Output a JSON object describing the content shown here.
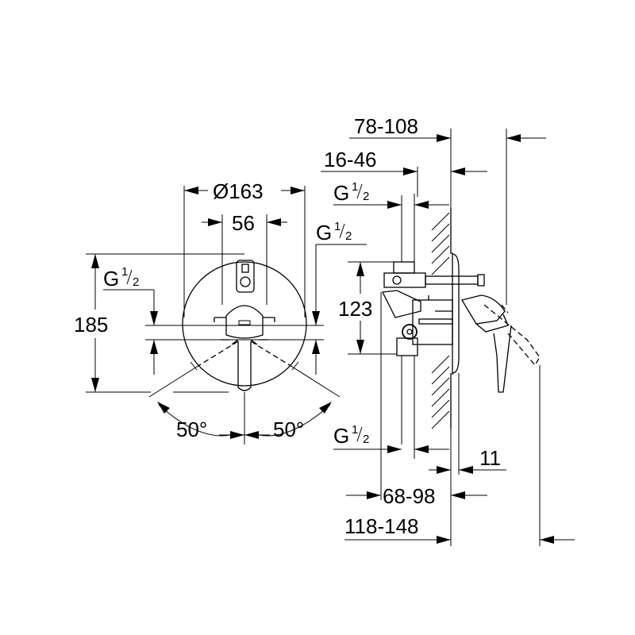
{
  "front_view": {
    "diameter": "Ø163",
    "width_56": "56",
    "height_185": "185",
    "thread_left_g": "G",
    "thread_left_num": "1",
    "thread_left_den": "2",
    "thread_right_g": "G",
    "thread_right_num": "1",
    "thread_right_den": "2",
    "angle_left": "50°",
    "angle_right": "50°"
  },
  "side_view": {
    "depth_78_108": "78-108",
    "depth_16_46": "16-46",
    "height_123": "123",
    "depth_11": "11",
    "depth_68_98": "68-98",
    "depth_118_148": "118-148",
    "thread_top_g": "G",
    "thread_top_num": "1",
    "thread_top_den": "2",
    "thread_bottom_g": "G",
    "thread_bottom_num": "1",
    "thread_bottom_den": "2"
  }
}
